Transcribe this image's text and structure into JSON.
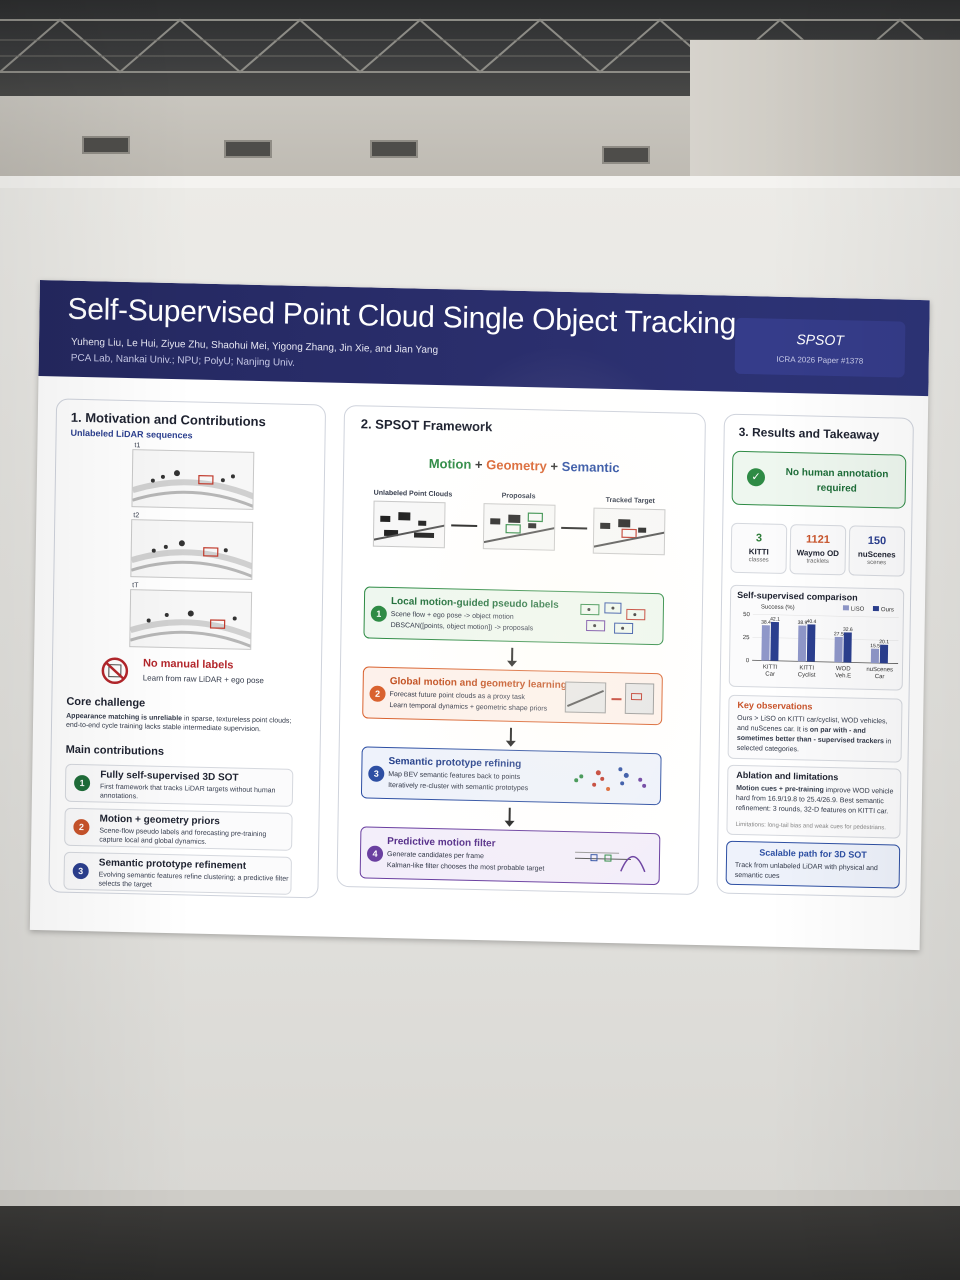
{
  "poster": {
    "title": "Self-Supervised Point Cloud Single Object Tracking",
    "authors": "Yuheng Liu, Le Hui, Ziyue Zhu, Shaohui Mei, Yigong Zhang, Jin Xie, and Jian Yang",
    "affiliations": "PCA Lab, Nankai Univ.; NPU; PolyU; Nanjing Univ.",
    "badge": {
      "name": "SPSOT",
      "sub": "ICRA 2026 Paper #1378"
    }
  },
  "motivation": {
    "heading": "1. Motivation and Contributions",
    "subheading": "Unlabeled LiDAR sequences",
    "frames": [
      "t1",
      "t2",
      "tT"
    ],
    "no_labels_title": "No manual labels",
    "no_labels_text": "Learn from raw LiDAR + ego pose",
    "core_heading": "Core challenge",
    "core_bold": "Appearance matching is unreliable",
    "core_text": " in sparse, textureless point clouds; end-to-end cycle training lacks stable intermediate supervision.",
    "contrib_heading": "Main contributions",
    "contributions": [
      {
        "num": "1",
        "title": "Fully self-supervised 3D SOT",
        "text": "First framework that tracks LiDAR targets without human annotations.",
        "color": "#1f6e3a"
      },
      {
        "num": "2",
        "title": "Motion + geometry priors",
        "text": "Scene-flow pseudo labels and forecasting pre-training capture local and global dynamics.",
        "color": "#c9542b"
      },
      {
        "num": "3",
        "title": "Semantic prototype refinement",
        "text": "Evolving semantic features refine clustering; a predictive filter selects the target",
        "color": "#2b3f8f"
      }
    ]
  },
  "framework": {
    "heading": "2. SPSOT Framework",
    "motion": "Motion",
    "geometry": "Geometry",
    "semantic": "Semantic",
    "plus": "+",
    "pipeline": [
      "Unlabeled Point Clouds",
      "Proposals",
      "Tracked Target"
    ],
    "steps": [
      {
        "num": "1",
        "title": "Local motion-guided pseudo labels",
        "lines": [
          "Scene flow + ego pose -> object motion",
          "DBSCAN([points, object motion]) -> proposals"
        ],
        "color": "#2e8b45",
        "bg": "#eef7ef"
      },
      {
        "num": "2",
        "title": "Global motion and geometry learning",
        "lines": [
          "Forecast future point clouds as a proxy task",
          "Learn temporal dynamics + geometric shape priors"
        ],
        "color": "#d9622f",
        "bg": "#fdf1eb"
      },
      {
        "num": "3",
        "title": "Semantic prototype refining",
        "lines": [
          "Map BEV semantic features back to points",
          "Iteratively re-cluster with semantic prototypes"
        ],
        "color": "#2d4fa3",
        "bg": "#eef2fb"
      },
      {
        "num": "4",
        "title": "Predictive motion filter",
        "lines": [
          "Generate candidates per frame",
          "Kalman-like filter chooses the most probable target"
        ],
        "color": "#6a3fa0",
        "bg": "#f3eefa"
      }
    ]
  },
  "results": {
    "heading": "3. Results and Takeaway",
    "banner": "No human annotation required",
    "stats": [
      {
        "value": "3",
        "label": "KITTI",
        "sub": "classes",
        "color": "#2e7d3a"
      },
      {
        "value": "1121",
        "label": "Waymo OD",
        "sub": "tracklets",
        "color": "#c9542b"
      },
      {
        "value": "150",
        "label": "nuScenes",
        "sub": "scenes",
        "color": "#2b3f8f"
      }
    ],
    "chart_heading": "Self-supervised comparison",
    "key_heading": "Key observations",
    "key_text_1": "Ours > LiSO on KITTI car/cyclist, WOD vehicles, and nuScenes car. It is ",
    "key_text_bold": "on par with - and sometimes better than - supervised trackers",
    "key_text_2": " in selected categories.",
    "ablation_heading": "Ablation and limitations",
    "ablation_bold": "Motion cues + pre-training",
    "ablation_text": " improve WOD vehicle hard from 16.9/19.8 to 25.4/26.9. Best semantic refinement: 3 rounds, 32-D features on KITTI car.",
    "limitations": "Limitations: long-tail bias and weak cues for pedestrians.",
    "scalable_heading": "Scalable path for 3D SOT",
    "scalable_text": "Track from unlabeled LiDAR with physical and semantic cues"
  },
  "chart_data": {
    "type": "bar",
    "title": "",
    "ylabel": "Success (%)",
    "ylim": [
      0,
      50
    ],
    "yticks": [
      0,
      25,
      50
    ],
    "categories": [
      "KITTI Car",
      "KITTI Cyclist",
      "WOD Veh.E",
      "nuScenes Car"
    ],
    "series": [
      {
        "name": "LiSO",
        "values": [
          38.4,
          38.9,
          27.5,
          15.5
        ],
        "color": "#8f97c9"
      },
      {
        "name": "Ours",
        "values": [
          42.1,
          40.4,
          32.6,
          20.1
        ],
        "color": "#2b3f8f"
      }
    ],
    "legend": "top-right"
  }
}
